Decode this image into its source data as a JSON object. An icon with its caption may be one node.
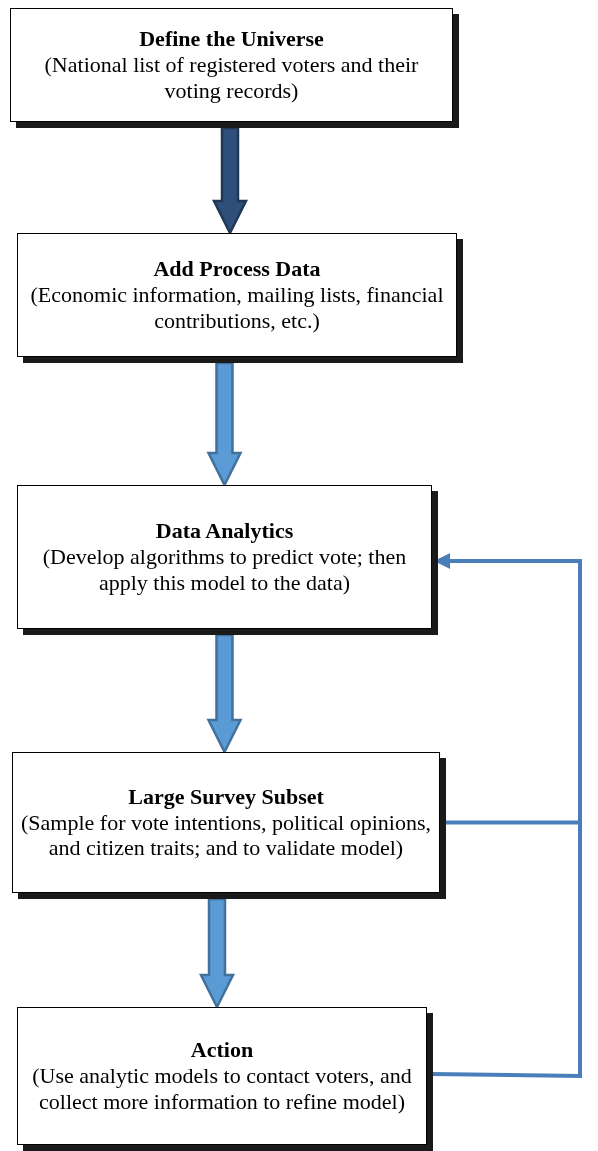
{
  "diagram": {
    "nodes": [
      {
        "text": [
          "Define the Universe",
          "(National list of registered voters and their voting records)"
        ]
      },
      {
        "text": [
          "Add Process Data",
          "(Economic information, mailing lists, financial contributions, etc.)"
        ]
      },
      {
        "text": [
          "Data Analytics",
          "(Develop algorithms to predict vote; then apply this model to the data)"
        ]
      },
      {
        "text": [
          "Large Survey Subset",
          "(Sample for vote intentions, political opinions, and citizen traits; and to validate model)"
        ]
      },
      {
        "text": [
          "Action",
          "(Use analytic models to contact voters, and collect more information to refine model)"
        ]
      }
    ],
    "edges": [
      {
        "from": 0,
        "to": 1,
        "arrow": "to",
        "style": "thick",
        "color": "#2e4f7a"
      },
      {
        "from": 1,
        "to": 2,
        "arrow": "to",
        "style": "thick"
      },
      {
        "from": 2,
        "to": 3,
        "arrow": "to",
        "style": "thick"
      },
      {
        "from": 3,
        "to": 4,
        "arrow": "to",
        "style": "thick"
      },
      {
        "from": 3,
        "to": 2,
        "arrow": "to",
        "color": "#4a7ebb"
      },
      {
        "from": 4,
        "to": 2,
        "arrow": "to",
        "color": "#4a7ebb"
      }
    ]
  }
}
